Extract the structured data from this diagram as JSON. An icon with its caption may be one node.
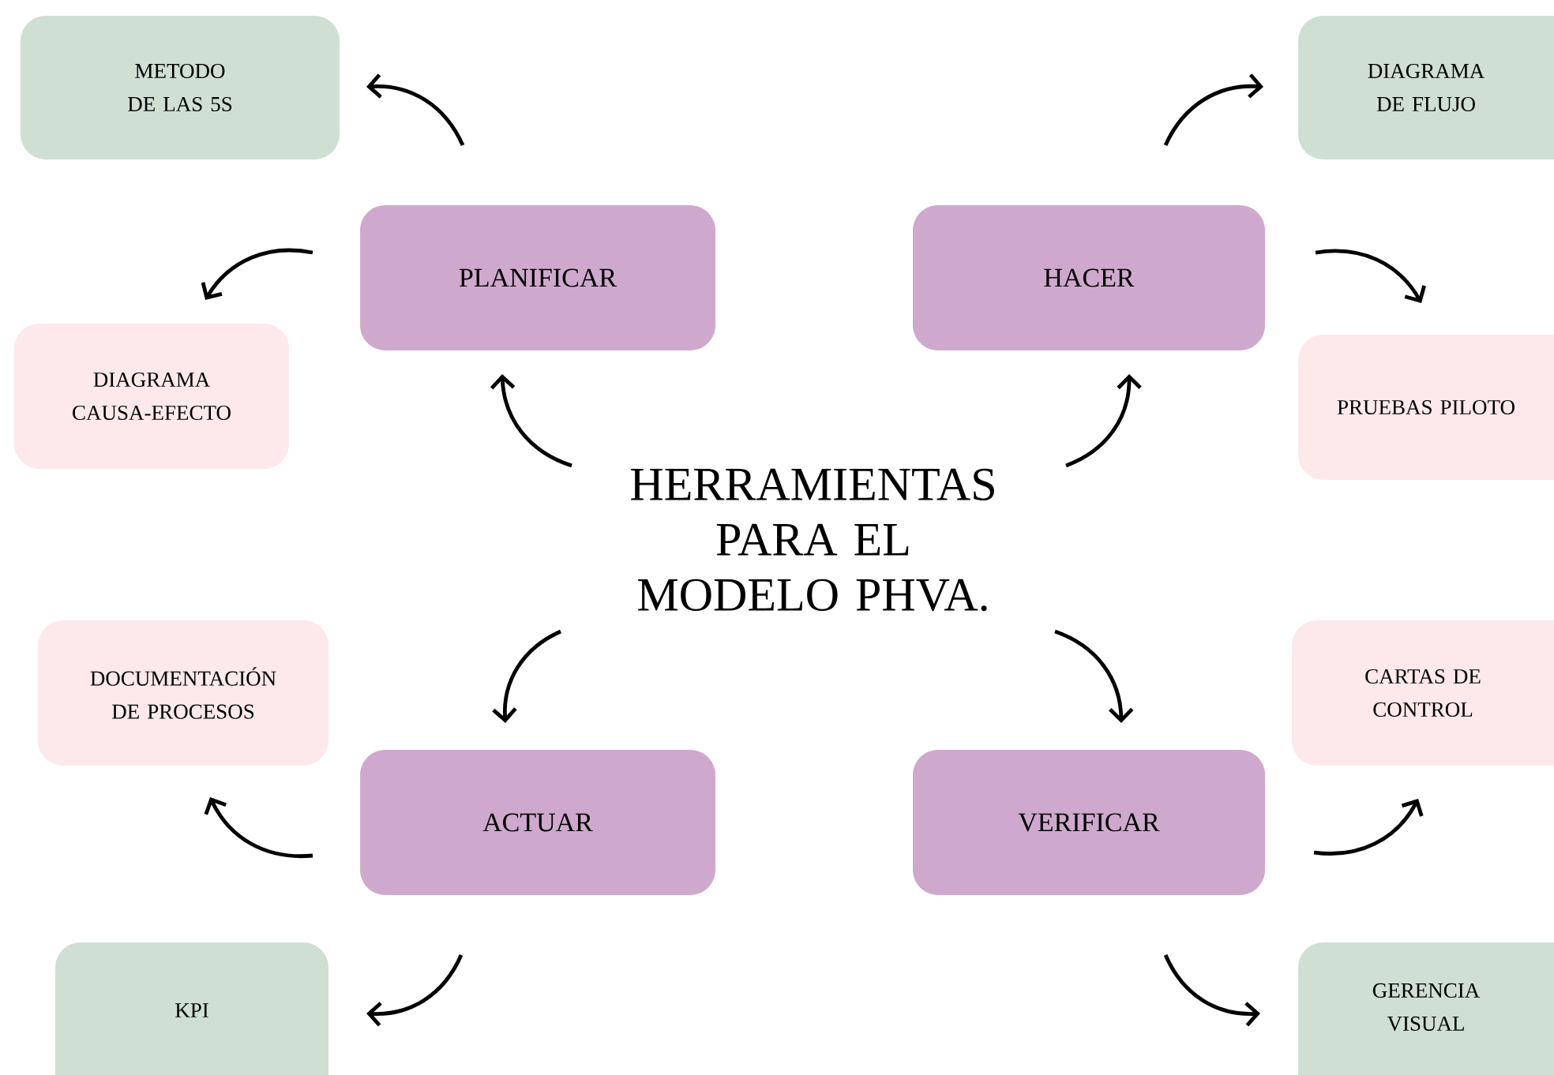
{
  "diagram": {
    "nodes": [
      {
        "text": [
          "METODO DE LAS 5S"
        ]
      },
      {
        "text": [
          "DIAGRAMA DE FLUJO"
        ]
      },
      {
        "text": [
          "PLANIFICAR"
        ]
      },
      {
        "text": [
          "HACER"
        ]
      },
      {
        "text": [
          "DIAGRAMA CAUSA-EFECTO"
        ]
      },
      {
        "text": [
          "PRUEBAS PILOTO"
        ]
      },
      {
        "text": [
          "HERRAMIENTAS PARA EL MODELO PHVA."
        ]
      },
      {
        "text": [
          "DOCUMENTACIÓN DE PROCESOS"
        ]
      },
      {
        "text": [
          "CARTAS DE CONTROL"
        ]
      },
      {
        "text": [
          "ACTUAR"
        ]
      },
      {
        "text": [
          "VERIFICAR"
        ]
      },
      {
        "text": [
          "KPI"
        ]
      },
      {
        "text": [
          "GERENCIA VISUAL"
        ]
      }
    ],
    "edges": [
      {
        "from": 6,
        "to": 2,
        "arrow": "to"
      },
      {
        "from": 6,
        "to": 3,
        "arrow": "to"
      },
      {
        "from": 6,
        "to": 9,
        "arrow": "to"
      },
      {
        "from": 6,
        "to": 10,
        "arrow": "to"
      },
      {
        "from": 2,
        "to": 0,
        "arrow": "to"
      },
      {
        "from": 2,
        "to": 4,
        "arrow": "to"
      },
      {
        "from": 3,
        "to": 1,
        "arrow": "to"
      },
      {
        "from": 3,
        "to": 5,
        "arrow": "to"
      },
      {
        "from": 9,
        "to": 7,
        "arrow": "to"
      },
      {
        "from": 9,
        "to": 11,
        "arrow": "to"
      },
      {
        "from": 10,
        "to": 8,
        "arrow": "to"
      },
      {
        "from": 10,
        "to": 12,
        "arrow": "to"
      }
    ]
  }
}
